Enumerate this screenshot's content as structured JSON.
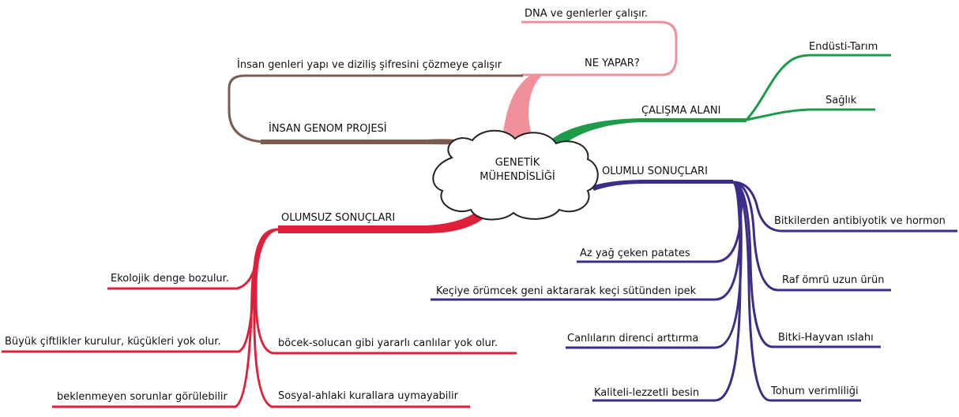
{
  "center": {
    "line1": "GENETİK",
    "line2": "MÜHENDİSLİĞİ"
  },
  "branches": {
    "ne_yapar": {
      "color": "#f0909a",
      "label": "NE YAPAR?",
      "children": [
        "DNA ve genlerler çalışır."
      ]
    },
    "insan_genom": {
      "color": "#7a5c50",
      "label": "İNSAN GENOM PROJESİ",
      "children": [
        "İnsan genleri yapı ve diziliş şifresini çözmeye çalışır"
      ]
    },
    "calisma_alani": {
      "color": "#1d9a4a",
      "label": "ÇALIŞMA ALANI",
      "children": [
        "Endüsti-Tarım",
        "Sağlık"
      ]
    },
    "olumlu": {
      "color": "#3b2d88",
      "label": "OLUMLU SONUÇLARI",
      "children": [
        "Bitkilerden antibiyotik ve hormon",
        "Az yağ çeken patates",
        "Raf ömrü uzun ürün",
        "Keçiye örümcek geni aktararak keçi sütünden ipek",
        "Bitki-Hayvan ıslahı",
        "Canlıların direnci arttırma",
        "Tohum verimliliği",
        "Kaliteli-lezzetli besin"
      ]
    },
    "olumsuz": {
      "color": "#e0203a",
      "label": "OLUMSUZ SONUÇLARI",
      "children": [
        "Ekolojik denge bozulur.",
        "Büyük çiftlikler kurulur, küçükleri yok olur.",
        "böcek-solucan gibi yararlı canlılar yok olur.",
        "beklenmeyen sorunlar görülebilir",
        "Sosyal-ahlaki kurallara uymayabilir"
      ]
    }
  }
}
